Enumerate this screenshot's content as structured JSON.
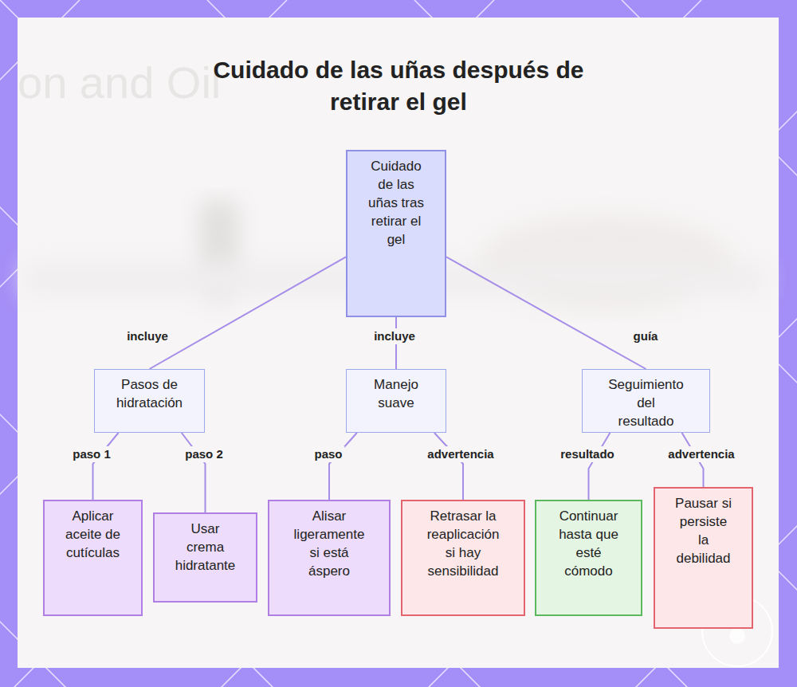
{
  "diagram": {
    "title": "Cuidado de las uñas después de retirar el gel",
    "nodes": [
      {
        "text": [
          "Cuidado de las uñas tras retirar el gel"
        ]
      },
      {
        "text": [
          "Pasos de hidratación"
        ]
      },
      {
        "text": [
          "Manejo suave"
        ]
      },
      {
        "text": [
          "Seguimiento del resultado"
        ]
      },
      {
        "text": [
          "Aplicar aceite de cutículas"
        ]
      },
      {
        "text": [
          "Usar crema hidratante"
        ]
      },
      {
        "text": [
          "Alisar ligeramente si está áspero"
        ]
      },
      {
        "text": [
          "Retrasar la reaplicación si hay sensibilidad"
        ]
      },
      {
        "text": [
          "Continuar hasta que esté cómodo"
        ]
      },
      {
        "text": [
          "Pausar si persiste la debilidad"
        ]
      }
    ],
    "edges": [
      {
        "from": 0,
        "to": 1,
        "label": "incluye",
        "arrow": "none"
      },
      {
        "from": 0,
        "to": 2,
        "label": "incluye",
        "arrow": "none"
      },
      {
        "from": 0,
        "to": 3,
        "label": "guía",
        "arrow": "none"
      },
      {
        "from": 1,
        "to": 4,
        "label": "paso 1",
        "arrow": "none"
      },
      {
        "from": 1,
        "to": 5,
        "label": "paso 2",
        "arrow": "none"
      },
      {
        "from": 2,
        "to": 6,
        "label": "paso",
        "arrow": "none"
      },
      {
        "from": 2,
        "to": 7,
        "label": "advertencia",
        "arrow": "none"
      },
      {
        "from": 3,
        "to": 8,
        "label": "resultado",
        "arrow": "none"
      },
      {
        "from": 3,
        "to": 9,
        "label": "advertencia",
        "arrow": "none"
      }
    ],
    "labels": [
      "on and Oil"
    ]
  }
}
